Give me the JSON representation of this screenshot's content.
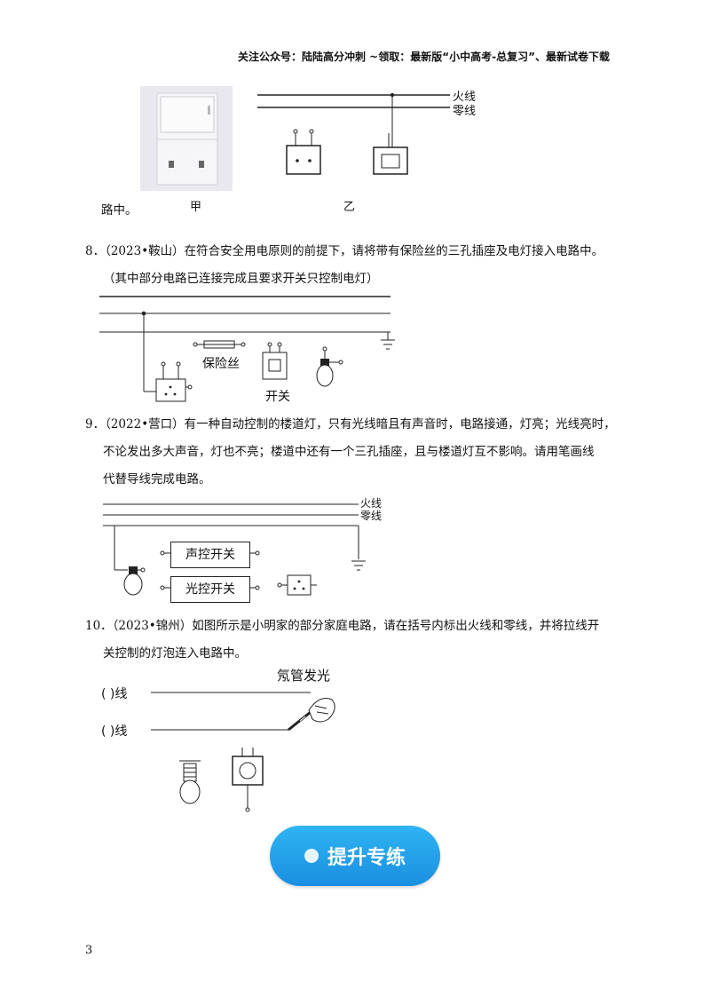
{
  "header": {
    "text": "关注公众号：陆陆高分冲刺 ~领取：最新版“小中高考-总复习”、最新试卷下载"
  },
  "q7": {
    "live_label": "火线",
    "neutral_label": "零线",
    "fig_a": "甲",
    "fig_b": "乙",
    "tail": "路中。"
  },
  "q8": {
    "line1": "8．（2023•鞍山）在符合安全用电原则的前提下，请将带有保险丝的三孔插座及电灯接入电路中。",
    "line2": "（其中部分电路已连接完成且要求开关只控制电灯）",
    "fuse_label": "保险丝",
    "switch_label": "开关"
  },
  "q9": {
    "line1": "9．（2022•营口）有一种自动控制的楼道灯，只有光线暗且有声音时，电路接通，灯亮；光线亮时，",
    "line2": "不论发出多大声音，灯也不亮；楼道中还有一个三孔插座，且与楼道灯互不影响。请用笔画线",
    "line3": "代替导线完成电路。",
    "live_label": "火线",
    "neutral_label": "零线",
    "sound_switch": "声控开关",
    "light_switch": "光控开关"
  },
  "q10": {
    "line1": "10．（2023•锦州）如图所示是小明家的部分家庭电路，请在括号内标出火线和零线，并将拉线开",
    "line2": "关控制的灯泡连入电路中。",
    "wire1_label": "(    )线",
    "wire2_label": "(    )线",
    "neon_label": "氖管发光"
  },
  "banner": {
    "text": "提升专练"
  },
  "page_number": "3"
}
